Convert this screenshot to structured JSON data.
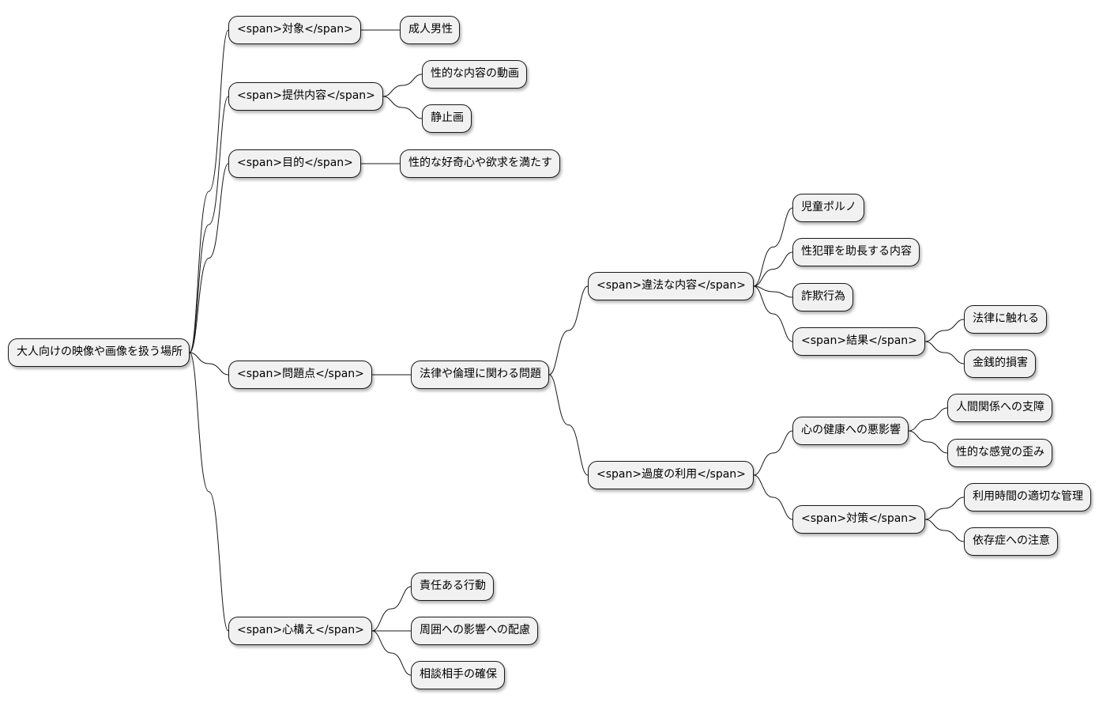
{
  "mindmap": {
    "root": "大人向けの映像や画像を扱う場所",
    "branches": [
      {
        "id": "target",
        "label": "<span>対象</span>",
        "children": [
          {
            "id": "target-adult",
            "label": "成人男性"
          }
        ]
      },
      {
        "id": "content",
        "label": "<span>提供内容</span>",
        "children": [
          {
            "id": "content-video",
            "label": "性的な内容の動画"
          },
          {
            "id": "content-still",
            "label": "静止画"
          }
        ]
      },
      {
        "id": "purpose",
        "label": "<span>目的</span>",
        "children": [
          {
            "id": "purpose-satisfy",
            "label": "性的な好奇心や欲求を満たす"
          }
        ]
      },
      {
        "id": "problems",
        "label": "<span>問題点</span>",
        "children": [
          {
            "id": "legal-ethics",
            "label": "法律や倫理に関わる問題",
            "children": [
              {
                "id": "illegal",
                "label": "<span>違法な内容</span>",
                "children": [
                  {
                    "id": "illegal-child",
                    "label": "児童ポルノ"
                  },
                  {
                    "id": "illegal-crime",
                    "label": "性犯罪を助長する内容"
                  },
                  {
                    "id": "illegal-fraud",
                    "label": "詐欺行為"
                  },
                  {
                    "id": "result",
                    "label": "<span>結果</span>",
                    "children": [
                      {
                        "id": "result-law",
                        "label": "法律に触れる"
                      },
                      {
                        "id": "result-money",
                        "label": "金銭的損害"
                      }
                    ]
                  }
                ]
              },
              {
                "id": "overuse",
                "label": "<span>過度の利用</span>",
                "children": [
                  {
                    "id": "mental",
                    "label": "心の健康への悪影響",
                    "children": [
                      {
                        "id": "mental-relations",
                        "label": "人間関係への支障"
                      },
                      {
                        "id": "mental-distortion",
                        "label": "性的な感覚の歪み"
                      }
                    ]
                  },
                  {
                    "id": "measures",
                    "label": "<span>対策</span>",
                    "children": [
                      {
                        "id": "measures-time",
                        "label": "利用時間の適切な管理"
                      },
                      {
                        "id": "measures-addiction",
                        "label": "依存症への注意"
                      }
                    ]
                  }
                ]
              }
            ]
          }
        ]
      },
      {
        "id": "mindset",
        "label": "<span>心構え</span>",
        "children": [
          {
            "id": "mindset-responsible",
            "label": "責任ある行動"
          },
          {
            "id": "mindset-surroundings",
            "label": "周囲への影響への配慮"
          },
          {
            "id": "mindset-consult",
            "label": "相談相手の確保"
          }
        ]
      }
    ]
  }
}
